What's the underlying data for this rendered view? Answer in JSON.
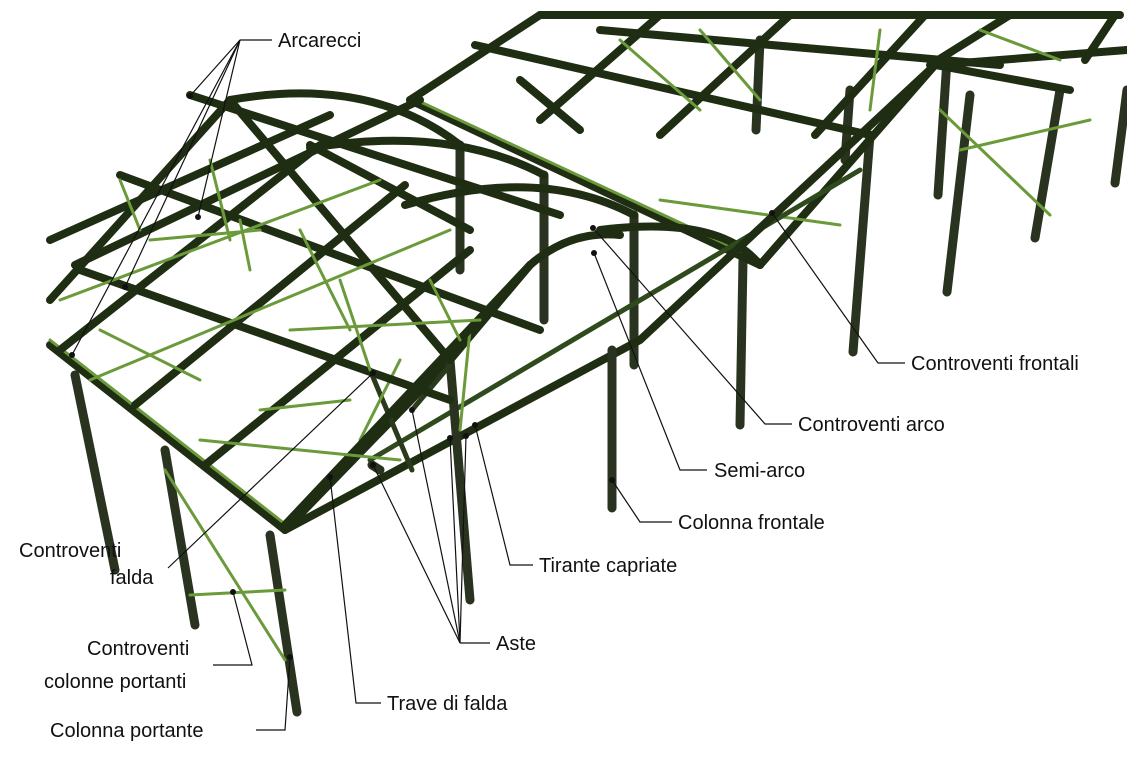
{
  "labels": {
    "arcarecci": "Arcarecci",
    "controventi_frontali": "Controventi frontali",
    "controventi_arco": "Controventi arco",
    "semi_arco": "Semi-arco",
    "colonna_frontale": "Colonna frontale",
    "tirante_capriate": "Tirante capriate",
    "controventi_falda_1": "Controventi",
    "controventi_falda_2": "falda",
    "aste": "Aste",
    "controventi_colonne_1": "Controventi",
    "controventi_colonne_2": "colonne portanti",
    "trave_di_falda": "Trave di falda",
    "colonna_portante": "Colonna portante"
  },
  "colors": {
    "background": "#ffffff",
    "member_dark": "#1f2d12",
    "member_green": "#6a9a3a",
    "leader": "#111111",
    "text": "#111111"
  }
}
